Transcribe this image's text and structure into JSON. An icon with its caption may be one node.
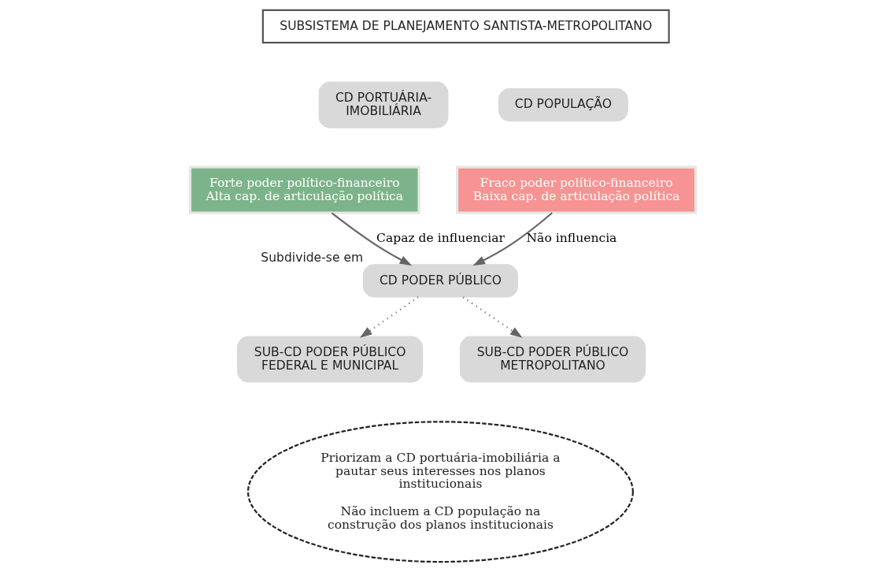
{
  "diagram": {
    "nodes": [
      {
        "text": [
          "SUBSISTEMA DE PLANEJAMENTO SANTISTA-METROPOLITANO"
        ]
      },
      {
        "text": [
          "CD PORTUÁRIA-IMOBILIÁRIA"
        ]
      },
      {
        "text": [
          "CD POPULAÇÃO"
        ]
      },
      {
        "text": [
          "Forte poder político-financeiro",
          "Alta cap. de articulação política"
        ]
      },
      {
        "text": [
          "Fraco poder político-financeiro",
          "Baixa cap. de articulação política"
        ]
      },
      {
        "text": [
          "CD PODER PÚBLICO"
        ],
        "beside": [
          "Subdivide-se em"
        ]
      },
      {
        "text": [
          "SUB-CD PODER PÚBLICO FEDERAL E MUNICIPAL"
        ]
      },
      {
        "text": [
          "SUB-CD PODER PÚBLICO METROPOLITANO"
        ]
      },
      {
        "text": [
          "Priorizam a CD portuária-imobiliária a pautar seus interesses nos planos institucionais",
          "Não incluem a CD população na construção dos planos institucionais"
        ]
      }
    ],
    "edges": [
      {
        "from": 3,
        "to": 5,
        "arrow": "to",
        "label": "Capaz de influenciar"
      },
      {
        "from": 4,
        "to": 5,
        "arrow": "to",
        "label": "Não influencia"
      },
      {
        "from": 5,
        "to": 6,
        "arrow": "to",
        "style": "dashed"
      },
      {
        "from": 5,
        "to": 7,
        "arrow": "to",
        "style": "dashed"
      }
    ]
  }
}
